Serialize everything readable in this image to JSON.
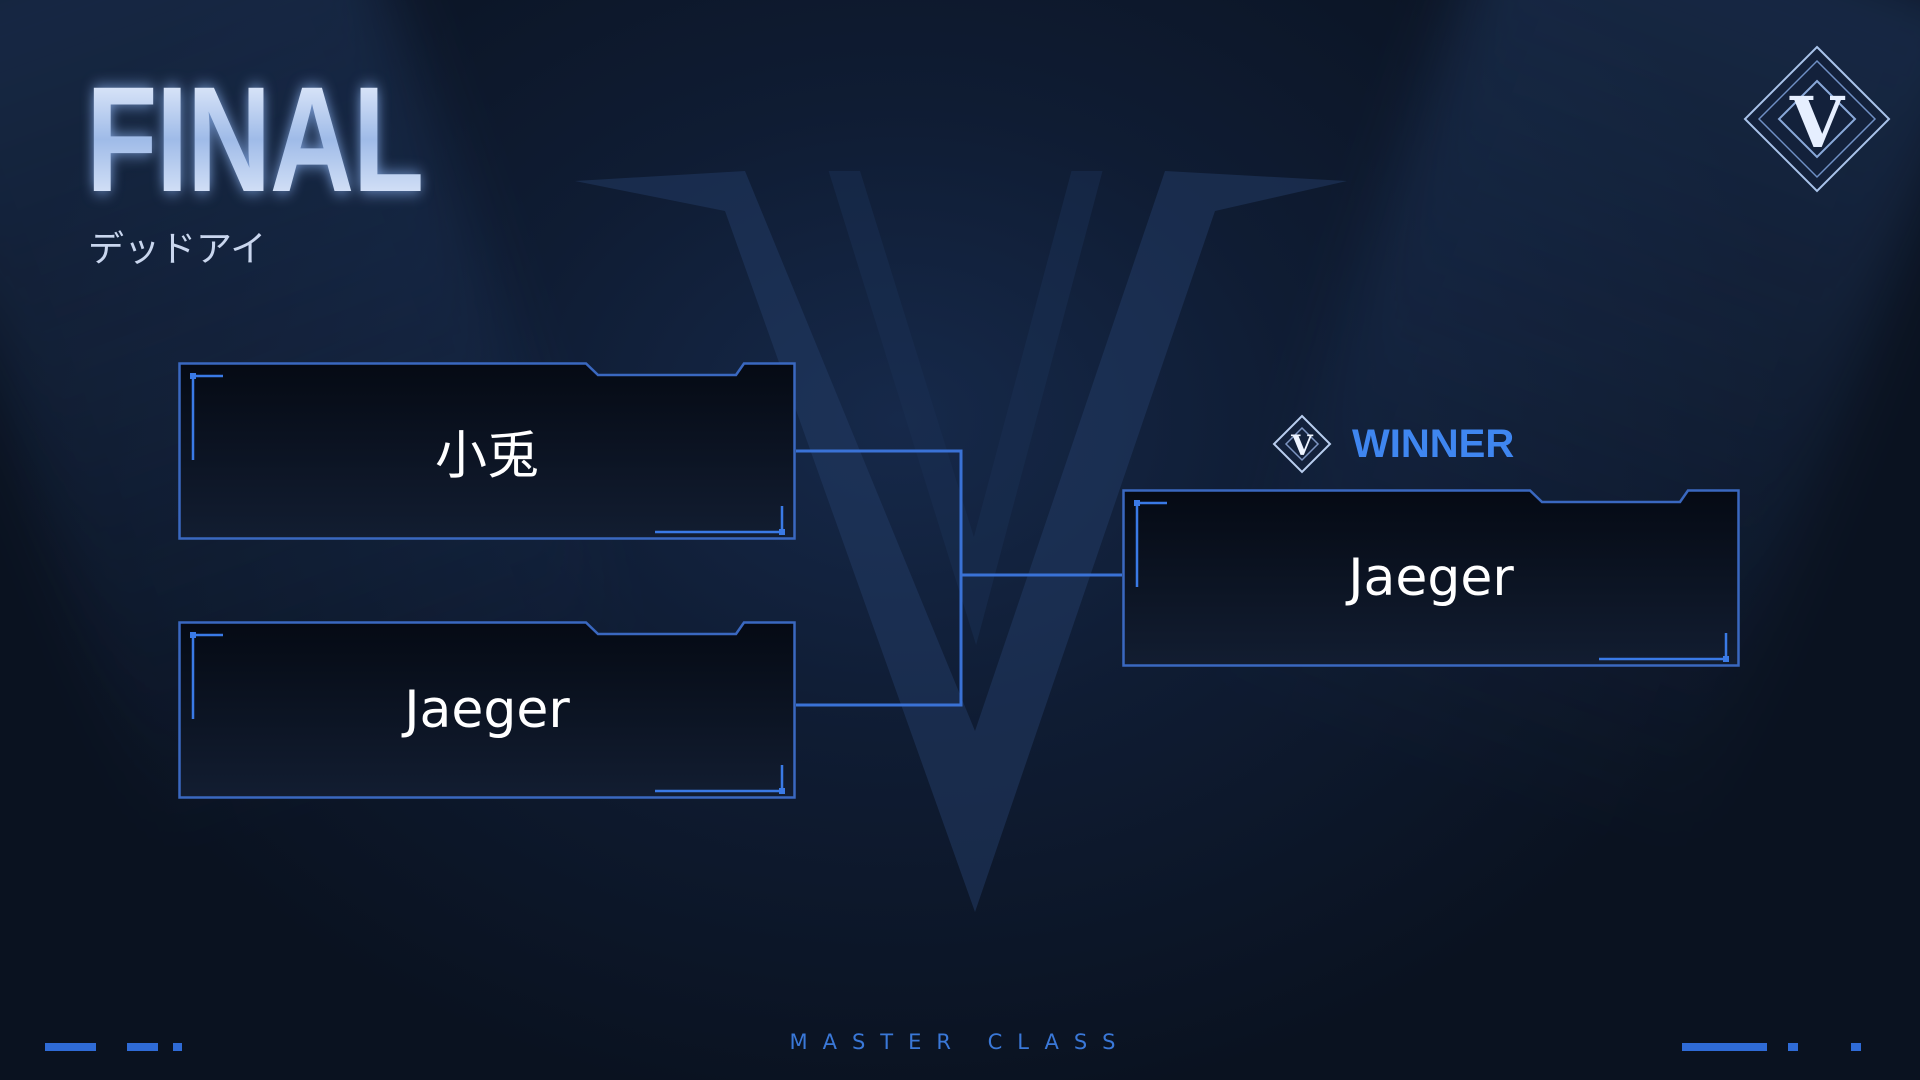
{
  "header": {
    "title": "FINAL",
    "subtitle": "デッドアイ"
  },
  "bracket": {
    "semifinal": [
      {
        "player": "小兎"
      },
      {
        "player": "Jaeger"
      }
    ],
    "winner": {
      "label": "WINNER",
      "player": "Jaeger"
    }
  },
  "footer": {
    "brand": "MASTER CLASS"
  },
  "logo": {
    "letter": "V"
  },
  "colors": {
    "accent": "#3f86f0",
    "line": "#3a72d6",
    "background": "#0f1c33"
  }
}
